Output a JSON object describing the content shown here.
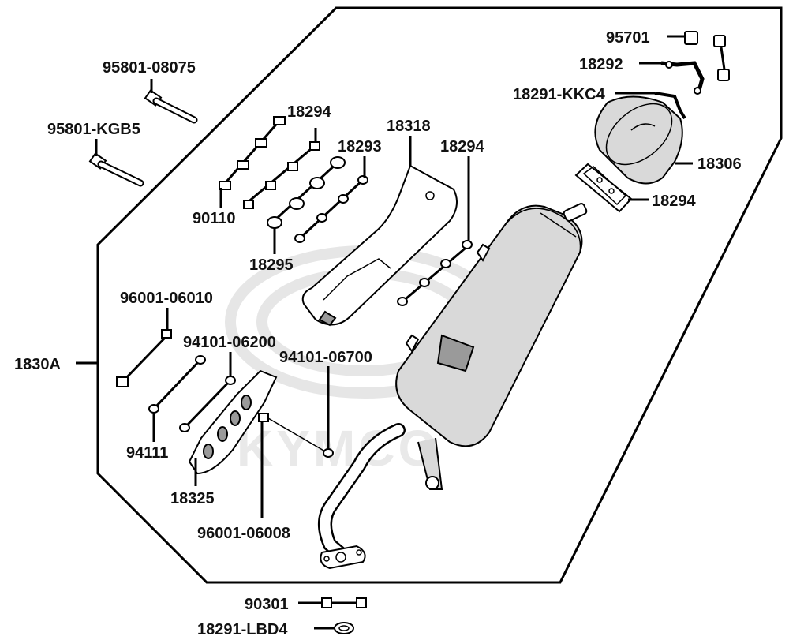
{
  "diagram": {
    "assembly_label": "1830A",
    "watermark": "KYMCO",
    "labels": {
      "p95701": "95701",
      "p18292": "18292",
      "p18291_kkc4": "18291-KKC4",
      "p18306": "18306",
      "p18294_gasket": "18294",
      "p95801_08075": "95801-08075",
      "p95801_kgb5": "95801-KGB5",
      "p18294_upper": "18294",
      "p18293": "18293",
      "p18318": "18318",
      "p18294_right": "18294",
      "p90110": "90110",
      "p18295": "18295",
      "p96001_06010": "96001-06010",
      "p94101_06200": "94101-06200",
      "p94101_06700": "94101-06700",
      "p94111": "94111",
      "p18325": "18325",
      "p96001_06008": "96001-06008",
      "p90301": "90301",
      "p18291_lbd4": "18291-LBD4"
    }
  }
}
